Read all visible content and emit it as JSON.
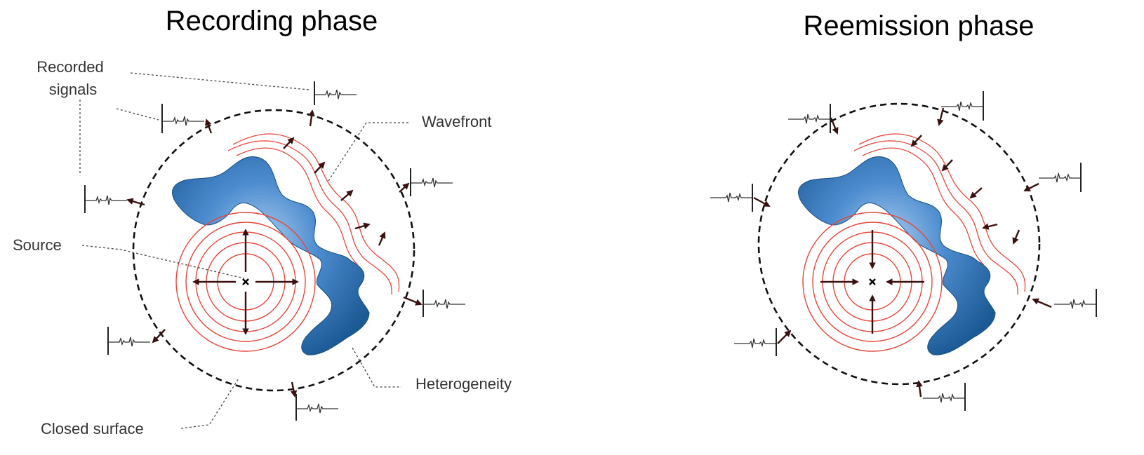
{
  "panels": {
    "recording": {
      "title": "Recording phase"
    },
    "reemission": {
      "title": "Reemission phase"
    }
  },
  "labels": {
    "recorded_signals_line1": "Recorded",
    "recorded_signals_line2": "signals",
    "wavefront": "Wavefront",
    "source": "Source",
    "heterogeneity": "Heterogeneity",
    "closed_surface": "Closed surface"
  },
  "colors": {
    "wave": "#e8463a",
    "heterogeneity_light": "#9cc3e8",
    "heterogeneity_dark": "#1c5a96",
    "arrow": "#3a1010"
  },
  "icons": {
    "source_marker": "cross-icon"
  }
}
